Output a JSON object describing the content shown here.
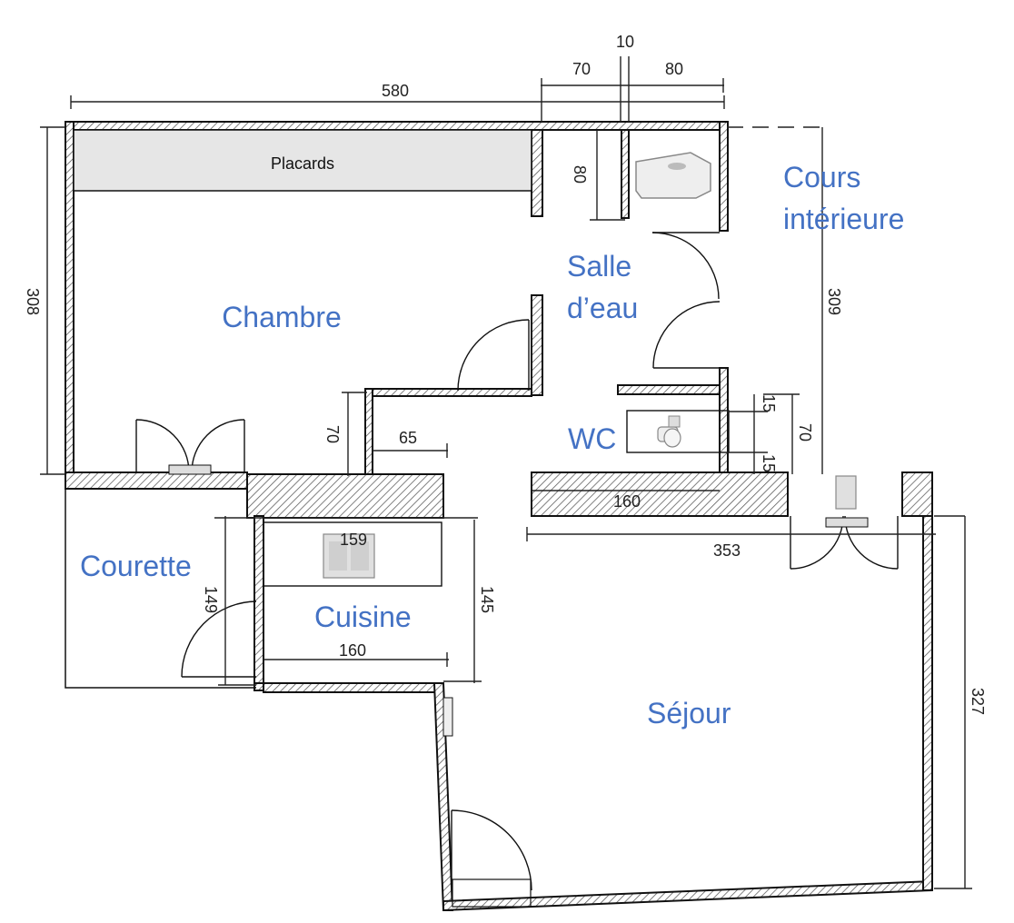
{
  "rooms": {
    "chambre": "Chambre",
    "salle_eau_1": "Salle",
    "salle_eau_2": "d’eau",
    "cours_1": "Cours",
    "cours_2": "intérieure",
    "wc": "WC",
    "courette": "Courette",
    "cuisine": "Cuisine",
    "sejour": "Séjour"
  },
  "labels": {
    "placards": "Placards"
  },
  "dimensions": {
    "d580": "580",
    "d70_top": "70",
    "d10": "10",
    "d80_top": "80",
    "d80_side": "80",
    "d308": "308",
    "d309": "309",
    "d70_left": "70",
    "d65": "65",
    "d15_a": "15",
    "d70_right": "70",
    "d15_b": "15",
    "d160_wc": "160",
    "d159": "159",
    "d353": "353",
    "d149": "149",
    "d145": "145",
    "d160_kitchen": "160",
    "d327": "327"
  },
  "colors": {
    "room_label": "#4472c4",
    "wall_hatch": "#555555"
  },
  "icons": [
    "sink-icon",
    "toilet-icon",
    "kitchen-sink-icon",
    "radiator-icon"
  ]
}
